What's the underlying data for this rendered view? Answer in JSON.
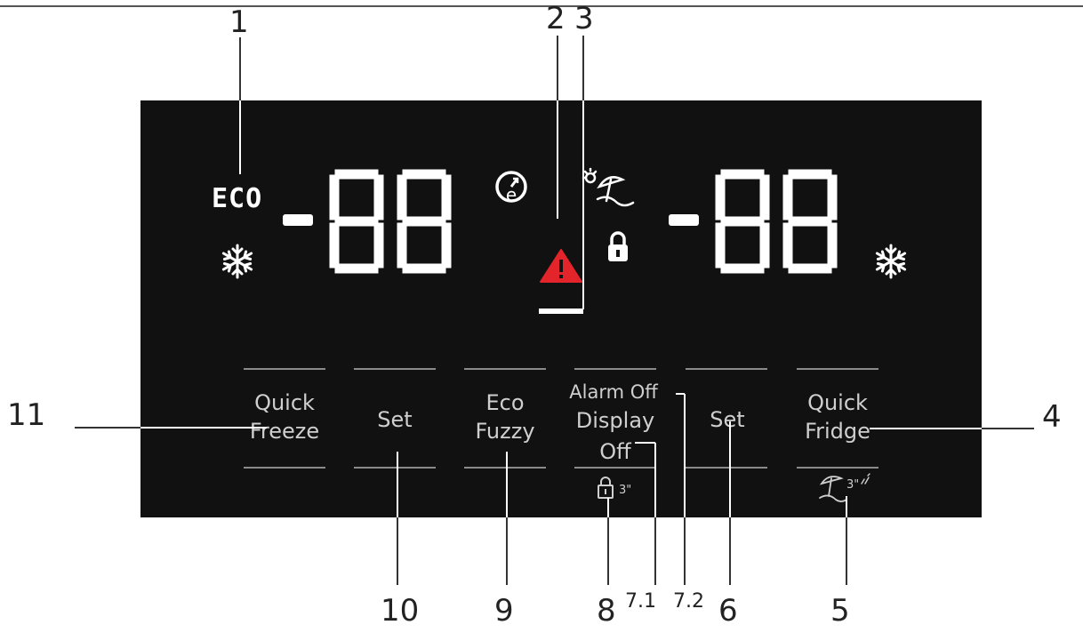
{
  "panel": {
    "eco_indicator": "ECO",
    "left_display": "-88",
    "right_display": "-88"
  },
  "buttons": {
    "quick_freeze": {
      "line1": "Quick",
      "line2": "Freeze"
    },
    "set_left": {
      "label": "Set"
    },
    "eco_fuzzy": {
      "line1": "Eco",
      "line2": "Fuzzy"
    },
    "alarm_off": {
      "label": "Alarm Off"
    },
    "display_off": {
      "line1": "Display",
      "line2": "Off"
    },
    "lock_hold": {
      "label": "3\""
    },
    "set_right": {
      "label": "Set"
    },
    "quick_fridge": {
      "line1": "Quick",
      "line2": "Fridge"
    },
    "holiday_hold": {
      "label": "3\""
    }
  },
  "callouts": {
    "c1": "1",
    "c2": "2",
    "c3": "3",
    "c4": "4",
    "c5": "5",
    "c6": "6",
    "c7_1": "7.1",
    "c7_2": "7.2",
    "c8": "8",
    "c9": "9",
    "c10": "10",
    "c11": "11"
  },
  "colors": {
    "panel": "#111111",
    "segment": "#ffffff",
    "button_text": "#cfcfcf",
    "alarm": "#e3242b"
  },
  "icons": [
    "snowflake-icon",
    "eco-clock-icon",
    "alarm-triangle-icon",
    "lock-icon",
    "holiday-umbrella-icon"
  ]
}
